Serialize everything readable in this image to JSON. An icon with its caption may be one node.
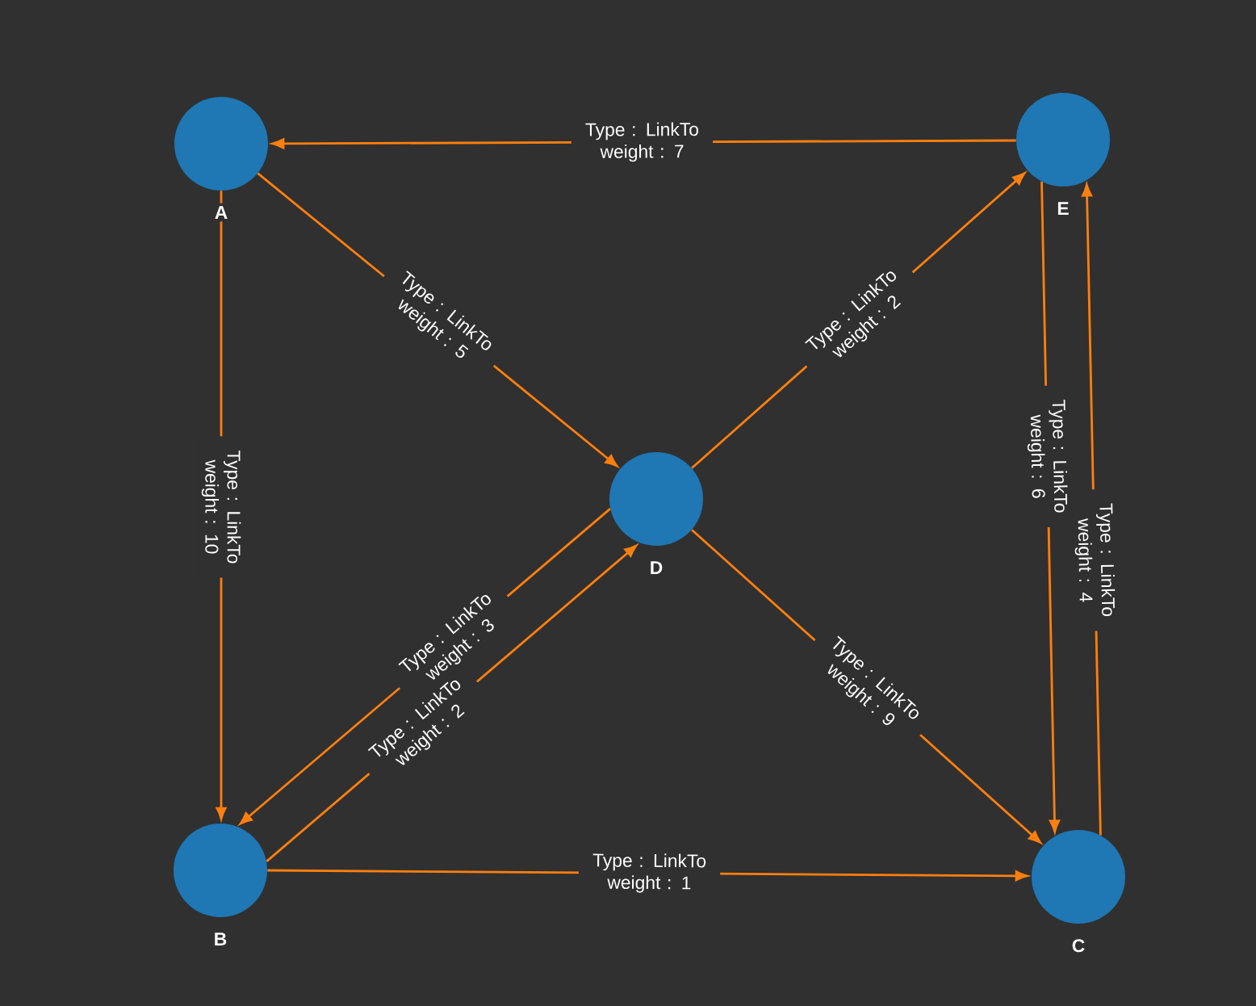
{
  "diagram": {
    "nodes": [
      {
        "text": [],
        "shape": "circle",
        "beside": [
          "A"
        ]
      },
      {
        "text": [],
        "shape": "circle",
        "beside": [
          "E"
        ]
      },
      {
        "text": [],
        "shape": "circle",
        "beside": [
          "D"
        ]
      },
      {
        "text": [],
        "shape": "circle",
        "beside": [
          "B"
        ]
      },
      {
        "text": [],
        "shape": "circle",
        "beside": [
          "C"
        ]
      }
    ],
    "edges": [
      {
        "from": 1,
        "to": 0,
        "arrow": "to",
        "label": "Type : LinkTo weight : 7"
      },
      {
        "from": 0,
        "to": 2,
        "arrow": "to",
        "label": "Type : LinkTo weight : 5"
      },
      {
        "from": 0,
        "to": 3,
        "arrow": "to",
        "label": "Type : LinkTo weight : 10"
      },
      {
        "from": 2,
        "to": 1,
        "arrow": "to",
        "label": "Type : LinkTo weight : 2"
      },
      {
        "from": 3,
        "to": 2,
        "arrow": "to",
        "label": "Type : LinkTo weight : 2"
      },
      {
        "from": 2,
        "to": 3,
        "arrow": "to",
        "label": "Type : LinkTo weight : 3"
      },
      {
        "from": 2,
        "to": 4,
        "arrow": "to",
        "label": "Type : LinkTo weight : 9"
      },
      {
        "from": 4,
        "to": 1,
        "arrow": "to",
        "label": "Type : LinkTo weight : 4"
      },
      {
        "from": 1,
        "to": 4,
        "arrow": "to",
        "label": "Type : LinkTo weight : 6"
      },
      {
        "from": 3,
        "to": 4,
        "arrow": "to",
        "label": "Type : LinkTo weight : 1"
      }
    ]
  }
}
